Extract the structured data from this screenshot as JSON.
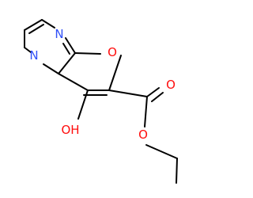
{
  "molecule": {
    "atoms": {
      "n_top": "N",
      "n_left": "N",
      "o_ring": "O",
      "o_carbonyl": "O",
      "o_ester": "O",
      "o_hydroxyl": "OH"
    },
    "colors": {
      "bond": "#000000",
      "nitrogen": "#3050f8",
      "oxygen": "#ff0d0d"
    }
  }
}
